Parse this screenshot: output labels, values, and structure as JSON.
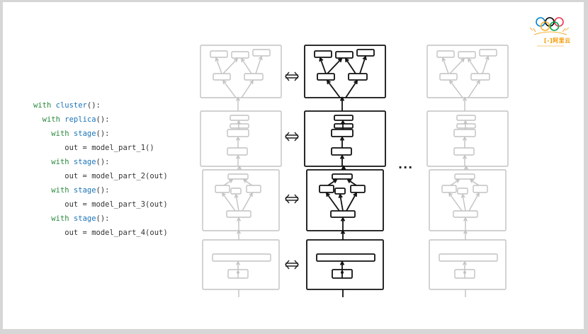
{
  "code_lines": [
    {
      "indent": "",
      "kw": "with",
      "fn": "cluster",
      "rest": "():"
    },
    {
      "indent": "  ",
      "kw": "with",
      "fn": "replica",
      "rest": "():"
    },
    {
      "indent": "    ",
      "kw": "with",
      "fn": "stage",
      "rest": "():"
    },
    {
      "indent": "       ",
      "kw": "",
      "fn": "",
      "rest": "out = model_part_1()"
    },
    {
      "indent": "    ",
      "kw": "with",
      "fn": "stage",
      "rest": "():"
    },
    {
      "indent": "       ",
      "kw": "",
      "fn": "",
      "rest": "out = model_part_2(out)"
    },
    {
      "indent": "    ",
      "kw": "with",
      "fn": "stage",
      "rest": "():"
    },
    {
      "indent": "       ",
      "kw": "",
      "fn": "",
      "rest": "out = model_part_3(out)"
    },
    {
      "indent": "    ",
      "kw": "with",
      "fn": "stage",
      "rest": "():"
    },
    {
      "indent": "       ",
      "kw": "",
      "fn": "",
      "rest": "out = model_part_4(out)"
    }
  ],
  "ellipsis": "...",
  "logo": {
    "text": "[-]阿里云",
    "icon": "olympic-rings-icon",
    "accent": "#f39800"
  },
  "colors": {
    "keyword": "#2b8a3e",
    "function": "#1a73b8",
    "active_stroke": "#111111",
    "faded_stroke": "#bdbdbd"
  },
  "stage_arrow_symbol": "double-arrow-icon"
}
